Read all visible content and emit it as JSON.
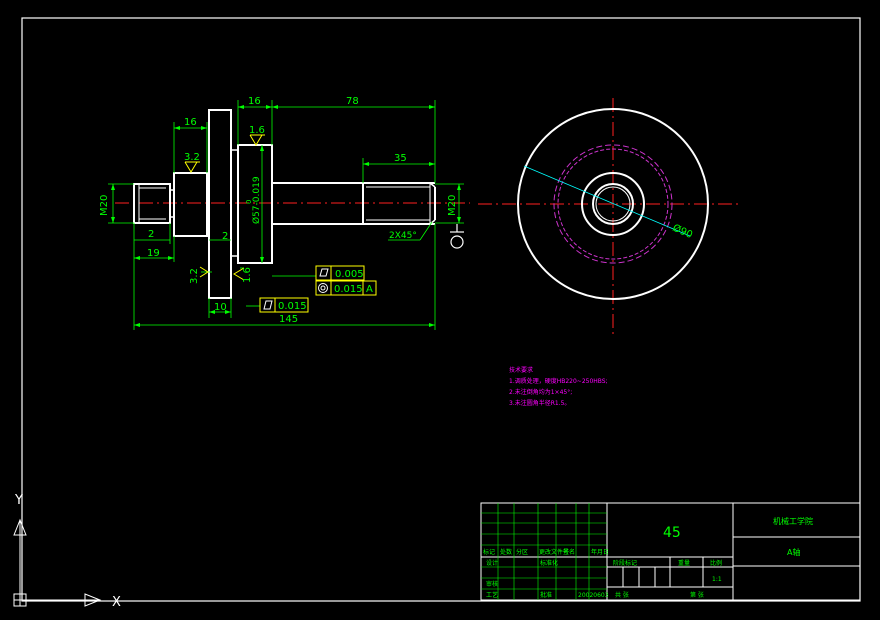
{
  "colors": {
    "background": "#000000",
    "outline": "#ffffff",
    "dimension": "#00ff00",
    "centerline": "#ff2020",
    "annotation": "#ff00ff",
    "tolerance_frame": "#ffff00",
    "hatch": "#cc33cc",
    "dim_line": "#00ffff"
  },
  "front_view": {
    "dims": {
      "d16_left": "16",
      "d16_top": "16",
      "d78": "78",
      "d35": "35",
      "d19": "19",
      "d2_left": "2",
      "d2_mid": "2",
      "d10": "10",
      "d145": "145",
      "m20_left": "M20",
      "m20_right": "M20",
      "dia57": "Ø57-0.019",
      "dia57_upper": "0",
      "chamfer": "2X45°"
    },
    "roughness": {
      "r1": "3.2",
      "r2": "1.6",
      "r3": "3.2",
      "r4": "1.6"
    },
    "tolerances": {
      "flatness_value": "0.005",
      "runout_value": "0.015",
      "runout_datum": "A",
      "parallel_value": "0.015"
    }
  },
  "side_view": {
    "dia90": "Ø90"
  },
  "notes": {
    "title": "技术要求",
    "line1": "1.调质处理，硬度HB220~250HBS;",
    "line2": "2.未注倒角均为1×45°;",
    "line3": "3.未注圆角半径R1.5。"
  },
  "title_block": {
    "material": "45",
    "school": "机械工学院",
    "part_name": "A轴",
    "row_labels": [
      "标记",
      "处数",
      "分区",
      "更改文件号",
      "签名",
      "年月日"
    ],
    "row_labels2": [
      "设计",
      "标准化",
      "审核",
      "工艺"
    ],
    "date": "20020603",
    "stage": "阶段标记",
    "weight": "重量",
    "scale": "比例",
    "scale_value": "1:1",
    "sheets": "共 张",
    "sheet_no": "第 张",
    "approve": "批准"
  },
  "ucs": {
    "y_label": "Y",
    "x_label": "X"
  }
}
